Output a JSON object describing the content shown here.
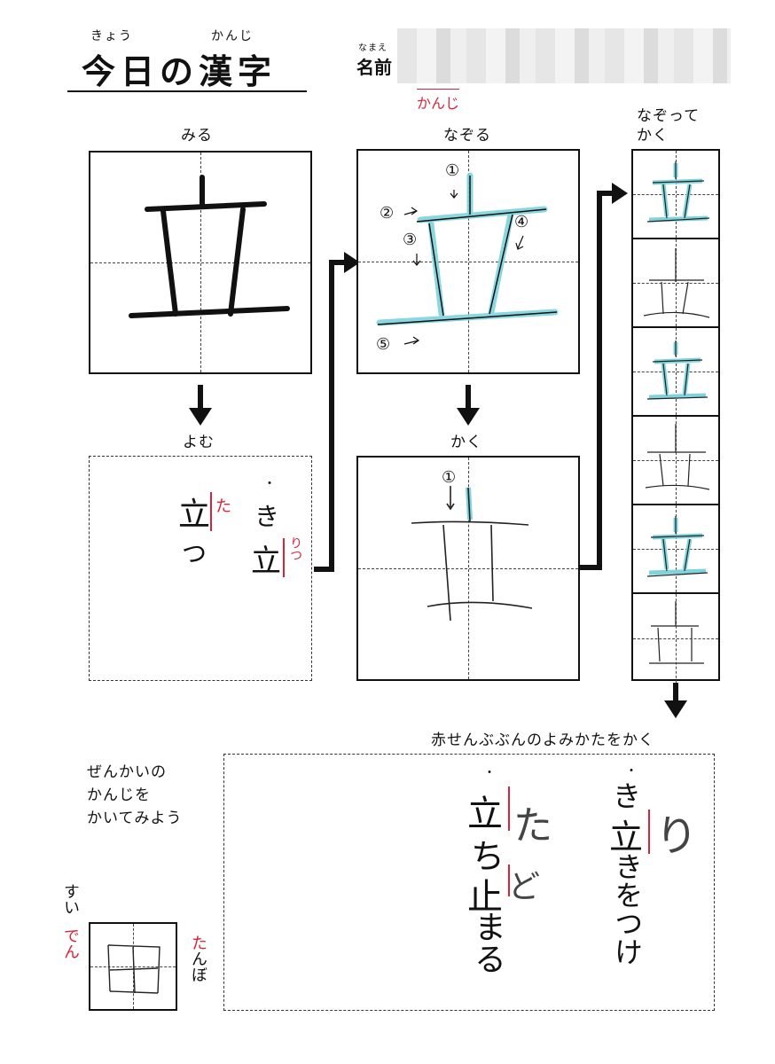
{
  "title": {
    "ruby_kyou": "きょう",
    "ruby_kanji": "かんじ",
    "text": "今日の漢字"
  },
  "name": {
    "ruby": "なまえ",
    "label": "名前",
    "red_note": "かんじ"
  },
  "labels": {
    "miru": "みる",
    "nazoru": "なぞる",
    "nazotte_kaku_1": "なぞって",
    "nazotte_kaku_2": "かく",
    "yomu": "よむ",
    "kaku": "かく",
    "red_instruction": "赤せんぶぶんのよみかたをかく",
    "zenkai_1": "ぜんかいの",
    "zenkai_2": "かんじを",
    "zenkai_3": "かいてみよう"
  },
  "kanji": "立",
  "stroke_numbers": [
    "①",
    "②",
    "③",
    "④",
    "⑤"
  ],
  "yomu_box": {
    "word1_kanji": "立",
    "word1_okurigana": "つ",
    "word1_reading": "た",
    "word2_prefix": "き",
    "word2_kanji": "立",
    "word2_reading": "りつ"
  },
  "reading_box": {
    "col1_prefix": "き",
    "col1_kanji": "立",
    "col1_rest": "きをつけ",
    "col1_answer": "り",
    "col2_k1": "立",
    "col2_mid": "ち",
    "col2_k2": "止",
    "col2_rest": "まる",
    "col2_answer1": "た",
    "col2_answer2": "ど"
  },
  "review": {
    "kanji": "田",
    "left_top": "すい",
    "left_red": "でん",
    "right_red": "た",
    "right_rest": "んぼ"
  }
}
